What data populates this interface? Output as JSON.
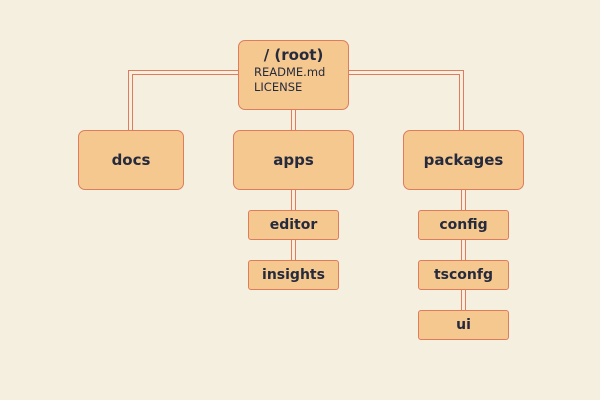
{
  "colors": {
    "background": "#f5efdf",
    "node_fill": "#f4c88e",
    "node_border": "#e07b5c",
    "connector": "#e07b5c",
    "text": "#262a3d"
  },
  "tree": {
    "root": {
      "label": "/ (root)",
      "files": [
        "README.md",
        "LICENSE"
      ]
    },
    "docs": {
      "label": "docs"
    },
    "apps": {
      "label": "apps",
      "children": [
        {
          "label": "editor"
        },
        {
          "label": "insights"
        }
      ]
    },
    "packages": {
      "label": "packages",
      "children": [
        {
          "label": "config"
        },
        {
          "label": "tsconfg"
        },
        {
          "label": "ui"
        }
      ]
    }
  }
}
